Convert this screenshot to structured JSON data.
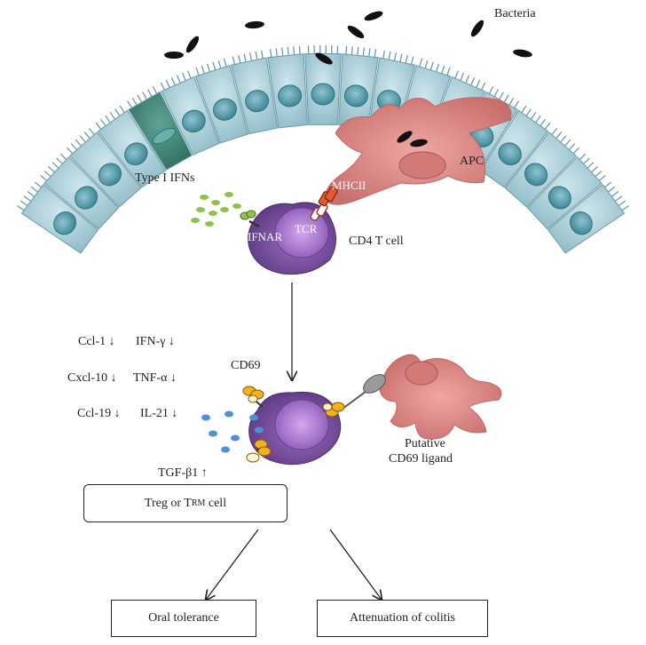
{
  "labels": {
    "bacteria": "Bacteria",
    "apc": "APC",
    "type1_ifns": "Type I IFNs",
    "mhcii": "MHCII",
    "ifnar": "IFNAR",
    "tcr": "TCR",
    "cd4_t_cell": "CD4 T cell",
    "cd69": "CD69",
    "putative_line1": "Putative",
    "putative_line2": "CD69 ligand",
    "tgf": "TGF-β1 ↑"
  },
  "cytokines": {
    "ccl1": "Ccl-1 ↓",
    "ifng": "IFN-γ ↓",
    "cxcl10": "Cxcl-10 ↓",
    "tnfa": "TNF-α ↓",
    "ccl19": "Ccl-19 ↓",
    "il21": "IL-21 ↓"
  },
  "boxes": {
    "treg_prefix": "Treg or T",
    "treg_sub": "RM",
    "treg_suffix": " cell",
    "oral_tolerance": "Oral tolerance",
    "colitis": "Attenuation of colitis"
  },
  "colors": {
    "epithelial": "#a8cfd8",
    "epithelial_nucleus": "#4f98a6",
    "infected_cell": "#3f8478",
    "apc": "#e7908c",
    "t_cell": "#7b4f9d",
    "t_cell_nucleus": "#b07fd4",
    "cd69_receptor": "#f2b21c",
    "ifn_dots": "#8fc24a",
    "cytokine_dots": "#4f8fd6",
    "mhcii": "#e25a2c"
  }
}
